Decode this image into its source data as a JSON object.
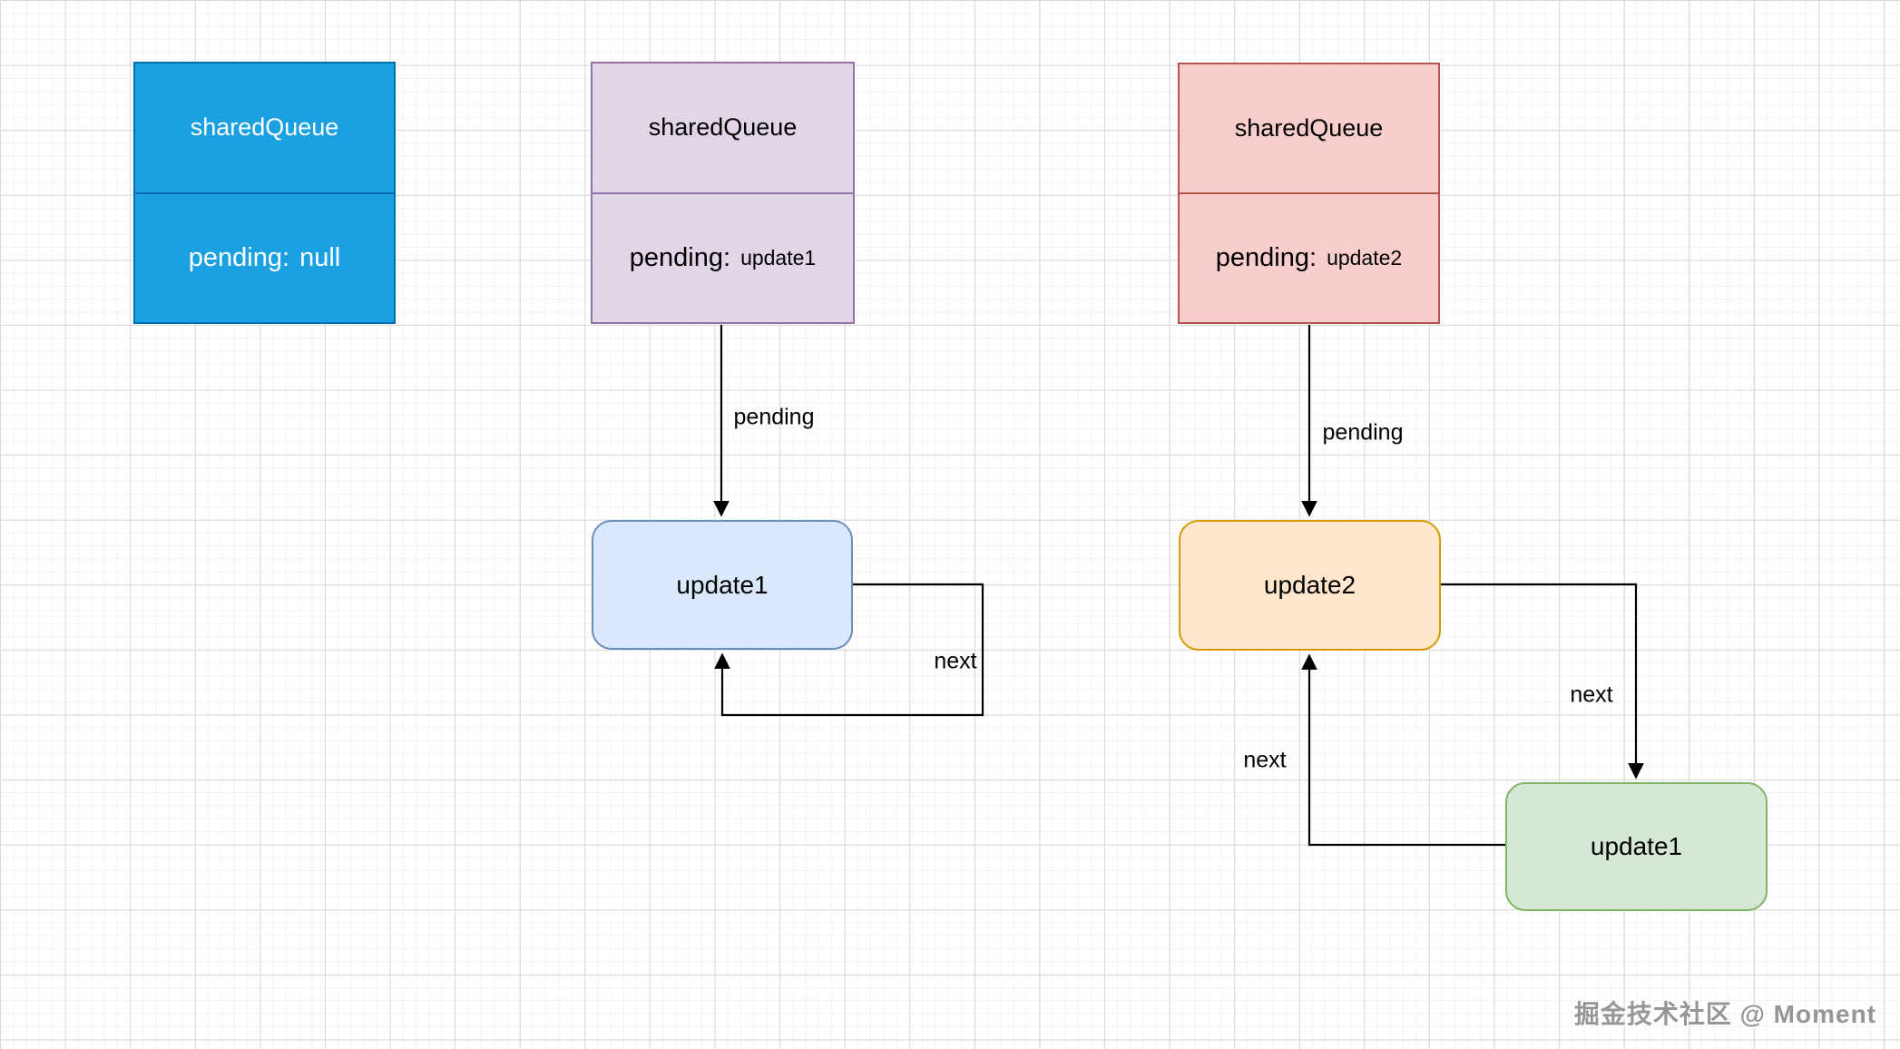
{
  "edge_color": "#000000",
  "background": {
    "color": "#ffffff",
    "grid_minor_color": "#f3f3f3",
    "grid_major_color": "#d9d9d9"
  },
  "watermark": "掘金技术社区 @ Moment",
  "panels": [
    {
      "box": {
        "title": "sharedQueue",
        "field": "pending:",
        "value": "null"
      },
      "style": {
        "fill": "#1ba1e2",
        "stroke": "#006eaf",
        "text": "#ffffff"
      }
    },
    {
      "box": {
        "title": "sharedQueue",
        "field": "pending:",
        "value": "update1"
      },
      "style": {
        "fill": "#e1d5e7",
        "stroke": "#9673a6",
        "text": "#000000"
      },
      "node": {
        "label": "update1",
        "fill": "#dae8fc",
        "stroke": "#6c8ebf"
      },
      "labels": {
        "pending": "pending",
        "next": "next"
      }
    },
    {
      "box": {
        "title": "sharedQueue",
        "field": "pending:",
        "value": "update2"
      },
      "style": {
        "fill": "#f8cecc",
        "stroke": "#b85450",
        "text": "#000000"
      },
      "node": {
        "label": "update2",
        "fill": "#ffe6cc",
        "stroke": "#d79b00"
      },
      "node2": {
        "label": "update1",
        "fill": "#d5e8d4",
        "stroke": "#82b366"
      },
      "labels": {
        "pending": "pending",
        "next_to_update1": "next",
        "next_to_update2": "next"
      }
    }
  ]
}
